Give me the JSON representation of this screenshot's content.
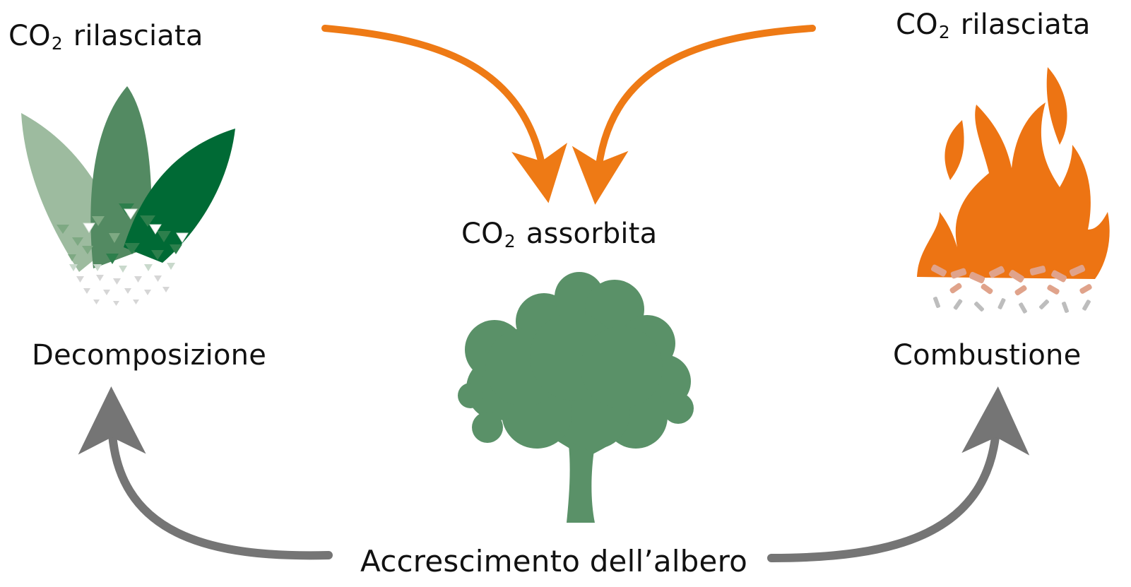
{
  "labels": {
    "released_left": {
      "prefix": "CO",
      "subscript": "2",
      "suffix": " rilasciata"
    },
    "released_right": {
      "prefix": "CO",
      "subscript": "2",
      "suffix": " rilasciata"
    },
    "absorbed": {
      "prefix": "CO",
      "subscript": "2",
      "suffix": " assorbita"
    },
    "decomposition": "Decomposizione",
    "combustion": "Combustione",
    "tree_growth": "Accrescimento dell’albero"
  },
  "colors": {
    "orange_arrow": "#EE7A15",
    "gray_arrow": "#757575",
    "tree": "#5A9168",
    "leaf_light": "#9DBB9F",
    "leaf_mid": "#538A62",
    "leaf_dark": "#006A35",
    "flame": "#ED7413",
    "pellet": "#E0A38B",
    "ash": "#BDBDBD"
  },
  "icons": {
    "decomposition": "leaves-decomposing-icon",
    "tree": "tree-icon",
    "combustion": "fire-icon"
  }
}
